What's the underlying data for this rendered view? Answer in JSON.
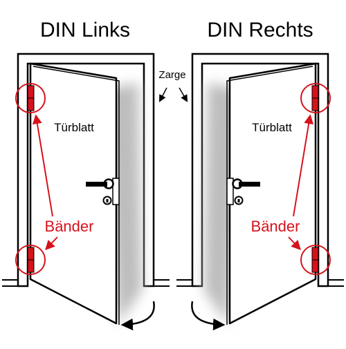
{
  "left": {
    "title": "DIN Links",
    "door_label": "Türblatt",
    "hinge_label": "Bänder"
  },
  "right": {
    "title": "DIN Rechts",
    "door_label": "Türblatt",
    "hinge_label": "Bänder"
  },
  "frame_label": "Zarge",
  "colors": {
    "hinge_red": "#d6121b",
    "outline": "#000000",
    "shadow": "#bdbdbd"
  }
}
